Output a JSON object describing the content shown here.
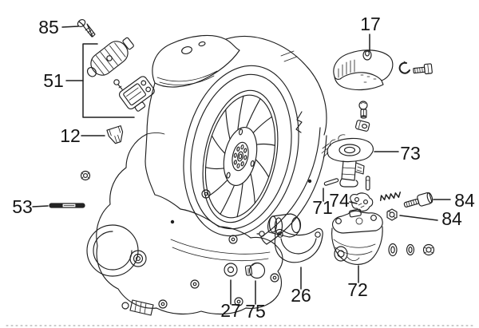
{
  "figure": {
    "type": "exploded-parts-diagram",
    "colors": {
      "ink": "#1f1f1f",
      "paper": "#ffffff"
    },
    "callouts": [
      {
        "label": "85"
      },
      {
        "label": "51"
      },
      {
        "label": "12"
      },
      {
        "label": "53"
      },
      {
        "label": "17"
      },
      {
        "label": "73"
      },
      {
        "label": "71"
      },
      {
        "label": "74"
      },
      {
        "label": "84"
      },
      {
        "label": "84"
      },
      {
        "label": "72"
      },
      {
        "label": "26"
      },
      {
        "label": "27"
      },
      {
        "label": "75"
      }
    ]
  }
}
